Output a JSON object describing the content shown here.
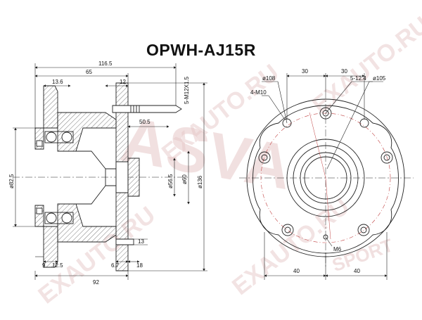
{
  "title": "OPWH-AJ15R",
  "watermark": {
    "text": "EXAUTO.RU",
    "brand": "ASVA",
    "sub": "SPORT",
    "color": "#e2c3c3"
  },
  "side_view": {
    "dims": {
      "d116_5": "116.5",
      "d65": "65",
      "d13_6": "13.6",
      "d12": "12",
      "thread": "5-M12X1.5",
      "d50_5": "50.5",
      "d82_5": "ø82.5",
      "d56_5": "ø56.5",
      "d60": "ø60",
      "d136": "ø136",
      "d13": "13",
      "d9": "9",
      "d12_5": "12.5",
      "d6_7": "6.7",
      "d18": "18",
      "d92": "92"
    }
  },
  "front_view": {
    "dims": {
      "d30a": "30",
      "d30b": "30",
      "d108": "ø108",
      "d5_12_4": "5-12.4",
      "d105": "ø105",
      "d4_m10": "4-M10",
      "m6": "M6",
      "d40a": "40",
      "d40b": "40"
    }
  }
}
